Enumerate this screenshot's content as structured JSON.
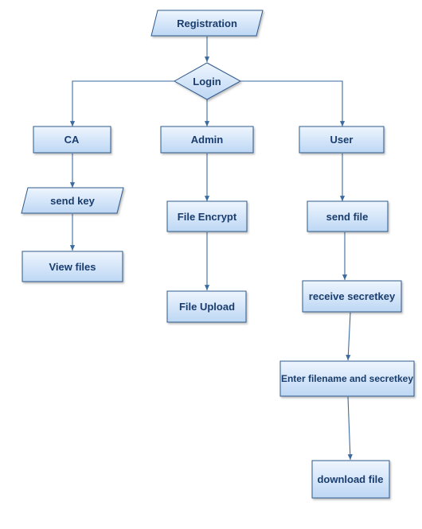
{
  "diagram": {
    "nodes": {
      "registration": "Registration",
      "login": "Login",
      "ca": "CA",
      "admin": "Admin",
      "user": "User",
      "send_key": "send key",
      "view_files": "View files",
      "file_encrypt": "File Encrypt",
      "file_upload": "File Upload",
      "send_file": "send file",
      "receive_secretkey": "receive secretkey",
      "enter_filename": "Enter filename and secretkey",
      "download_file": "download file"
    },
    "colors": {
      "fill_top": "#eaf3fd",
      "fill_bottom": "#bcd6f3",
      "stroke": "#2f5a8c",
      "edge": "#3b6aa0",
      "text": "#1a3d6d"
    }
  }
}
